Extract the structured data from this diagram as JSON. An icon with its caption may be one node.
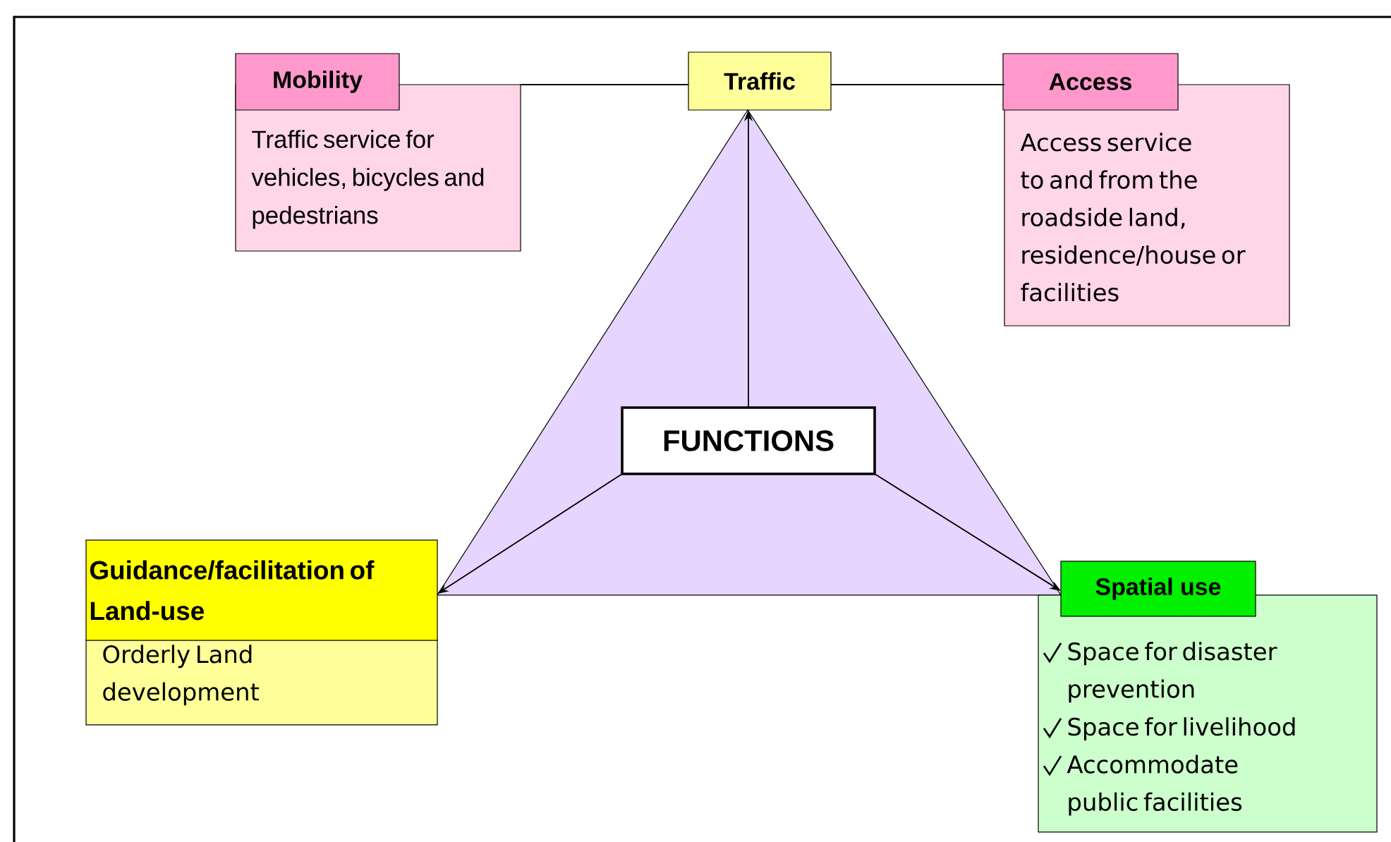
{
  "diagram": {
    "nodes": [
      {
        "text": [
          "Mobility",
          "Traffic service for vehicles, bicycles and pedestrians"
        ]
      },
      {
        "text": [
          "Traffic"
        ]
      },
      {
        "text": [
          "Access",
          "Access service to and from the roadside land, residence/house or facilities"
        ]
      },
      {
        "text": [],
        "shape": "triangle"
      },
      {
        "text": [
          "FUNCTIONS"
        ],
        "in": 3
      },
      {
        "text": [
          "Guidance/facilitation of Land-use",
          "Orderly Land development"
        ]
      },
      {
        "text": [
          "Spatial use",
          "Space for disaster prevention",
          "Space for livelihood",
          "Accommodate public facilities"
        ]
      }
    ],
    "edges": [
      {
        "from": 0,
        "to": 1,
        "arrow": "none"
      },
      {
        "from": 1,
        "to": 2,
        "arrow": "none"
      },
      {
        "from": 4,
        "to": 1,
        "arrow": "to"
      },
      {
        "from": 4,
        "to": 5,
        "arrow": "to"
      },
      {
        "from": 4,
        "to": 6,
        "arrow": "to"
      }
    ]
  }
}
